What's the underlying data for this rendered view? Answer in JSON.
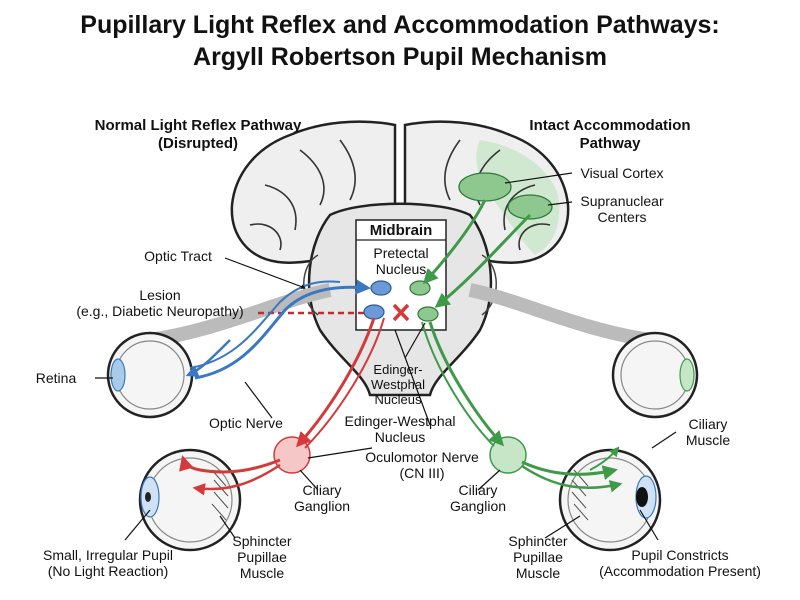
{
  "title": {
    "line1": "Pupillary Light Reflex and Accommodation Pathways:",
    "line2": "Argyll Robertson Pupil Mechanism"
  },
  "headings": {
    "left_line1": "Normal Light Reflex Pathway",
    "left_line2": "(Disrupted)",
    "right_line1": "Intact Accommodation",
    "right_line2": "Pathway"
  },
  "midbrain": {
    "label": "Midbrain",
    "pretectal_line1": "Pretectal",
    "pretectal_line2": "Nucleus",
    "ew_small_line1": "Edinger-",
    "ew_small_line2": "Westphal",
    "ew_small_line3": "Nucleus",
    "ew_line1": "Edinger-Westphal",
    "ew_line2": "Nucleus"
  },
  "labels": {
    "optic_tract": "Optic Tract",
    "lesion_line1": "Lesion",
    "lesion_line2": "(e.g., Diabetic Neuropathy)",
    "retina": "Retina",
    "optic_nerve": "Optic Nerve",
    "oculomotor_line1": "Oculomotor Nerve",
    "oculomotor_line2": "(CN III)",
    "visual_cortex": "Visual Cortex",
    "supranuclear_line1": "Supranuclear",
    "supranuclear_line2": "Centers",
    "ciliary_ganglion_l_line1": "Ciliary",
    "ciliary_ganglion_l_line2": "Ganglion",
    "ciliary_ganglion_r_line1": "Ciliary",
    "ciliary_ganglion_r_line2": "Ganglion",
    "ciliary_muscle_line1": "Ciliary",
    "ciliary_muscle_line2": "Muscle",
    "sphincter_l_line1": "Sphincter",
    "sphincter_l_line2": "Pupillae",
    "sphincter_l_line3": "Muscle",
    "sphincter_r_line1": "Sphincter",
    "sphincter_r_line2": "Pupillae",
    "sphincter_r_line3": "Muscle",
    "small_pupil_line1": "Small, Irregular Pupil",
    "small_pupil_line2": "(No Light Reaction)",
    "constricts_line1": "Pupil Constricts",
    "constricts_line2": "(Accommodation Present)"
  },
  "colors": {
    "light_reflex_blue": "#3a78c2",
    "efferent_red": "#d43a3a",
    "accommodation_green": "#3f9a48",
    "green_fill": "#8fc88f",
    "cortex_highlight": "#cfe8cf",
    "ganglion_pink": "#f6c7c7",
    "ganglion_green": "#c7e6c7",
    "brain_gray": "#e6e6e6"
  },
  "icons": {
    "lesion_mark": "x-mark-icon",
    "eyes": "eyeball-icon"
  }
}
